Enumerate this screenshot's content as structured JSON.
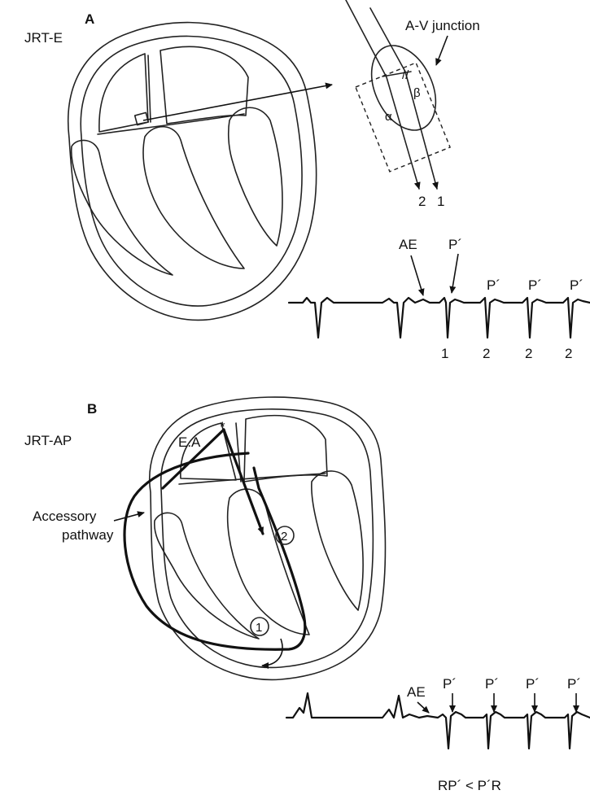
{
  "panel_a": {
    "letter": "A",
    "title": "JRT-E",
    "inset_label": "A-V junction",
    "alpha": "α",
    "beta": "β",
    "path_1": "1",
    "path_2": "2",
    "ecg": {
      "ae": "AE",
      "p_labels": [
        "P´",
        "P´",
        "P´",
        "P´"
      ],
      "beat_numbers": [
        "1",
        "2",
        "2",
        "2"
      ]
    }
  },
  "panel_b": {
    "letter": "B",
    "title": "JRT-AP",
    "ea_label": "E.A",
    "star": "*",
    "accessory_label": [
      "Accessory",
      "pathway"
    ],
    "circle_1": "1",
    "circle_2": "2",
    "ecg": {
      "ae": "AE",
      "p_labels": [
        "P´",
        "P´",
        "P´",
        "P´"
      ]
    },
    "caption": "RP´ < P´R"
  }
}
